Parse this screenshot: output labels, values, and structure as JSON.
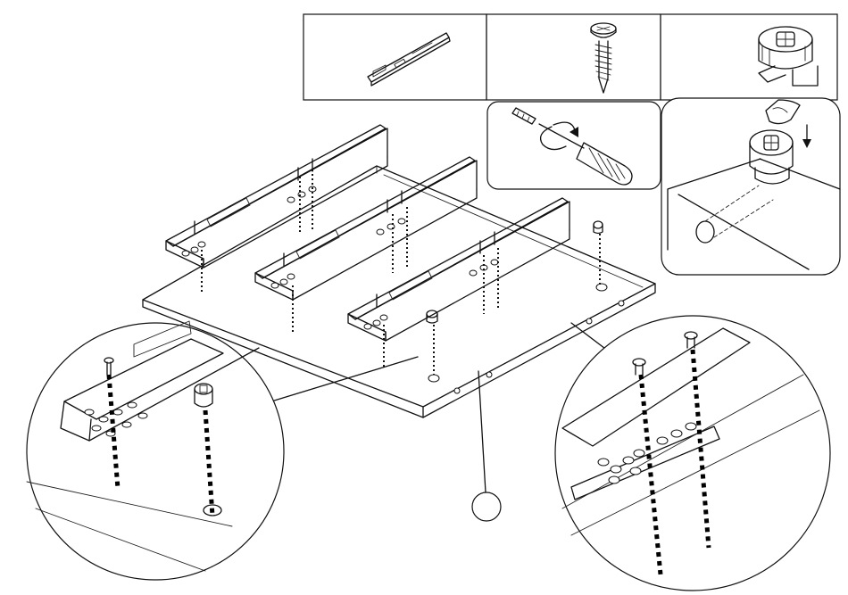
{
  "figure": {
    "type": "assembly-instruction",
    "parts_panel": [
      {
        "name": "drawer-slide-rail",
        "icon": "rail-icon"
      },
      {
        "name": "screw",
        "icon": "screw-icon"
      },
      {
        "name": "cam-lock-fitting",
        "icon": "cam-lock-icon"
      }
    ],
    "step_indicator": ""
  }
}
